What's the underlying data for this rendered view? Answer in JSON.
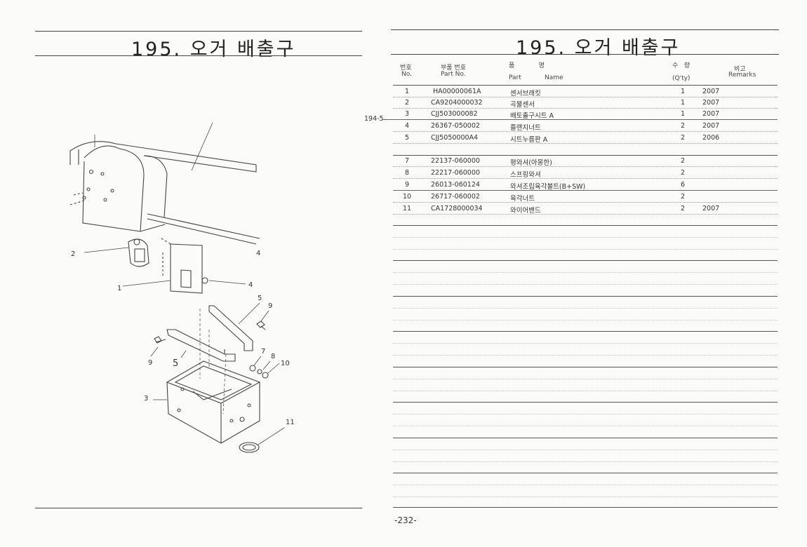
{
  "left": {
    "title": "195. 오거 배출구",
    "callouts": [
      "1",
      "2",
      "3",
      "4",
      "4",
      "5",
      "5",
      "7",
      "8",
      "9",
      "9",
      "10",
      "11"
    ]
  },
  "right": {
    "title": "195. 오거 배출구",
    "side_ref": "194-5",
    "headers": {
      "no_ko": "번호",
      "no_en": "No.",
      "part_ko": "부품 번호",
      "part_en": "Part  No.",
      "name_ko": "품            명",
      "name_en_1": "Part",
      "name_en_2": "Name",
      "qty_ko": "수   량",
      "qty_en": "(Q'ty)",
      "remarks_ko": "비고",
      "remarks_en": "Remarks"
    },
    "rows": [
      {
        "no": "1",
        "part": "HA00000061A",
        "name": "센서브래킷",
        "qty": "1",
        "remarks": "2007"
      },
      {
        "no": "2",
        "part": "CA9204000032",
        "name": "곡물센서",
        "qty": "1",
        "remarks": "2007"
      },
      {
        "no": "3",
        "part": "CJJ503000082",
        "name": "배토출구시트 A",
        "qty": "1",
        "remarks": "2007"
      },
      {
        "no": "4",
        "part": "26367-050002",
        "name": "플랜지너트",
        "qty": "2",
        "remarks": "2007"
      },
      {
        "no": "5",
        "part": "CJJ5050000A4",
        "name": "시트누름판 A",
        "qty": "2",
        "remarks": "2006"
      },
      {
        "no": "7",
        "part": "22137-060000",
        "name": "평와셔(아몽한)",
        "qty": "2",
        "remarks": ""
      },
      {
        "no": "8",
        "part": "22217-060000",
        "name": "스프링와셔",
        "qty": "2",
        "remarks": ""
      },
      {
        "no": "9",
        "part": "26013-060124",
        "name": "와셔조립육각볼트(B+SW)",
        "qty": "6",
        "remarks": ""
      },
      {
        "no": "10",
        "part": "26717-060002",
        "name": "육각너트",
        "qty": "2",
        "remarks": ""
      },
      {
        "no": "11",
        "part": "CA1728000034",
        "name": "와이어밴드",
        "qty": "2",
        "remarks": "2007"
      }
    ],
    "page_number": "-232-"
  }
}
